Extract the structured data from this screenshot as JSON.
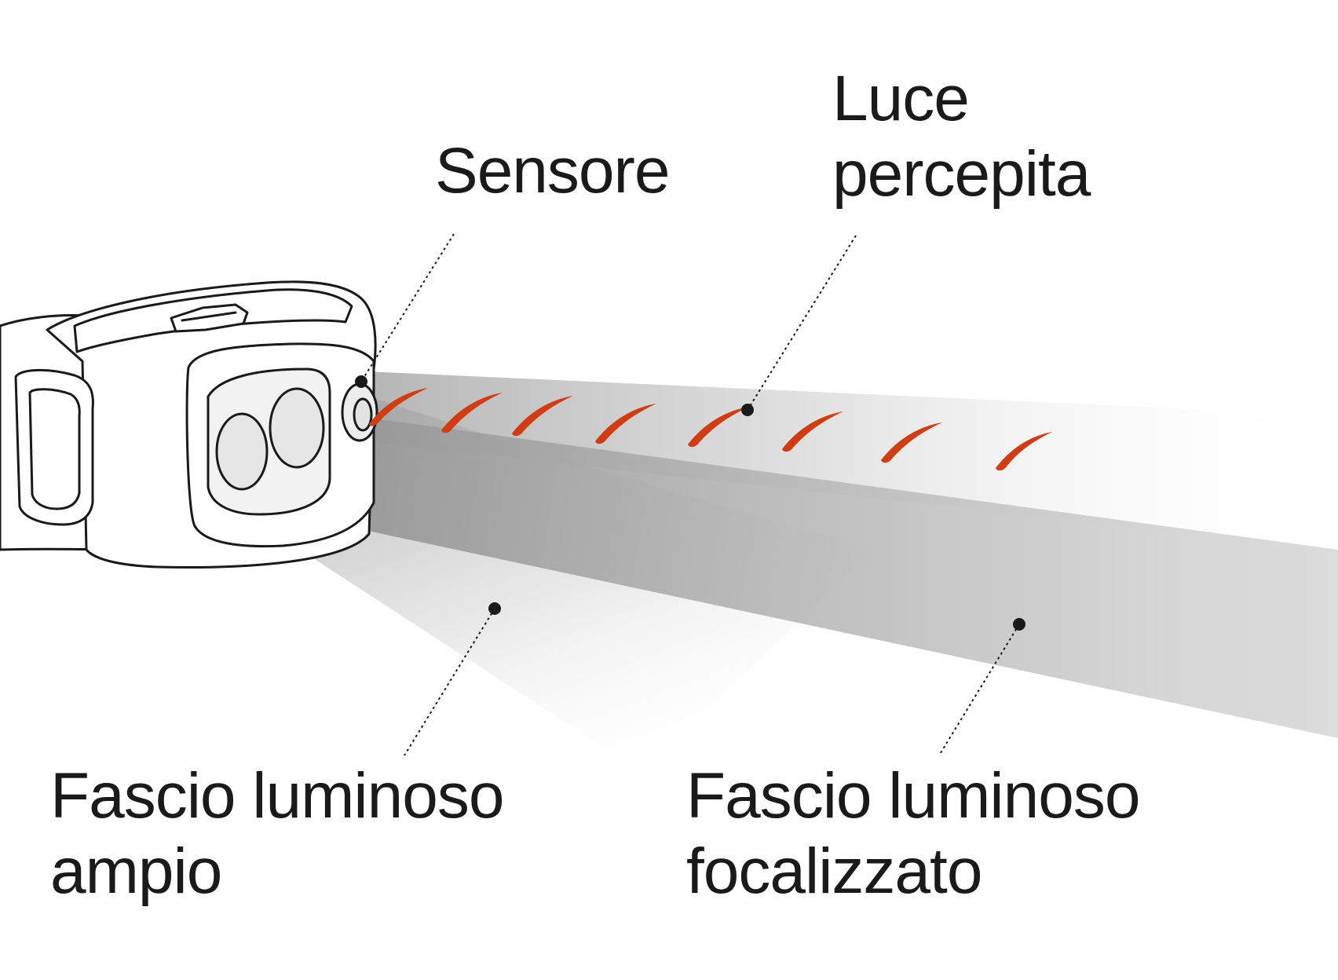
{
  "labels": {
    "sensor": "Sensore",
    "perceived_light": [
      "Luce",
      "percepita"
    ],
    "wide_beam": [
      "Fascio luminoso",
      "ampio"
    ],
    "focused_beam": [
      "Fascio luminoso",
      "focalizzato"
    ]
  },
  "colors": {
    "text": "#1a1a1a",
    "outline": "#1a1a1a",
    "perceived_light_marks": "#d13c12",
    "beam_gray": "#9a9a9a"
  },
  "icons": {
    "headlamp": "headlamp-outline",
    "perceived_light": "crescent-mark"
  }
}
